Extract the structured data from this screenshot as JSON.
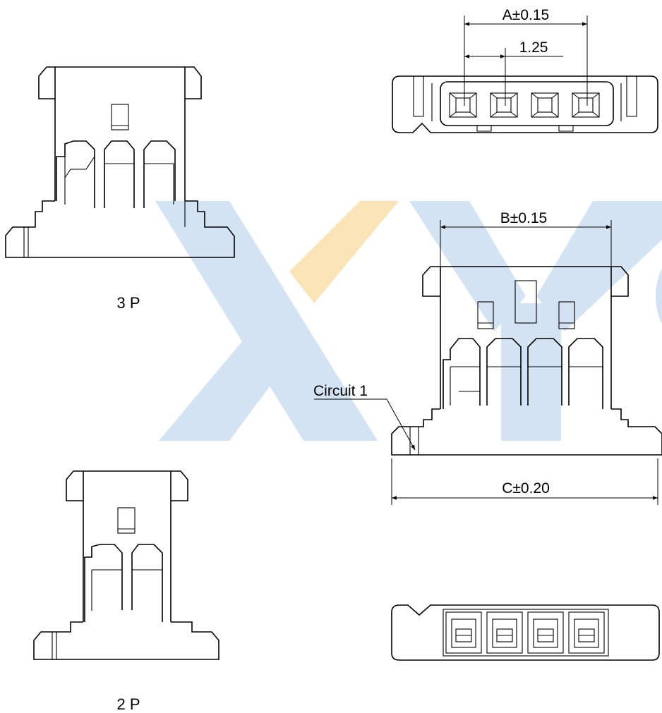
{
  "labels": {
    "dim_a": "A±0.15",
    "dim_pitch": "1.25",
    "dim_b": "B±0.15",
    "dim_c": "C±0.20",
    "circuit": "Circuit 1",
    "view_3p": "3 P",
    "view_2p": "2 P"
  },
  "colors": {
    "line": "#000000",
    "watermark_blue": "#d3e3f4",
    "watermark_orange": "#fbe3b8"
  }
}
